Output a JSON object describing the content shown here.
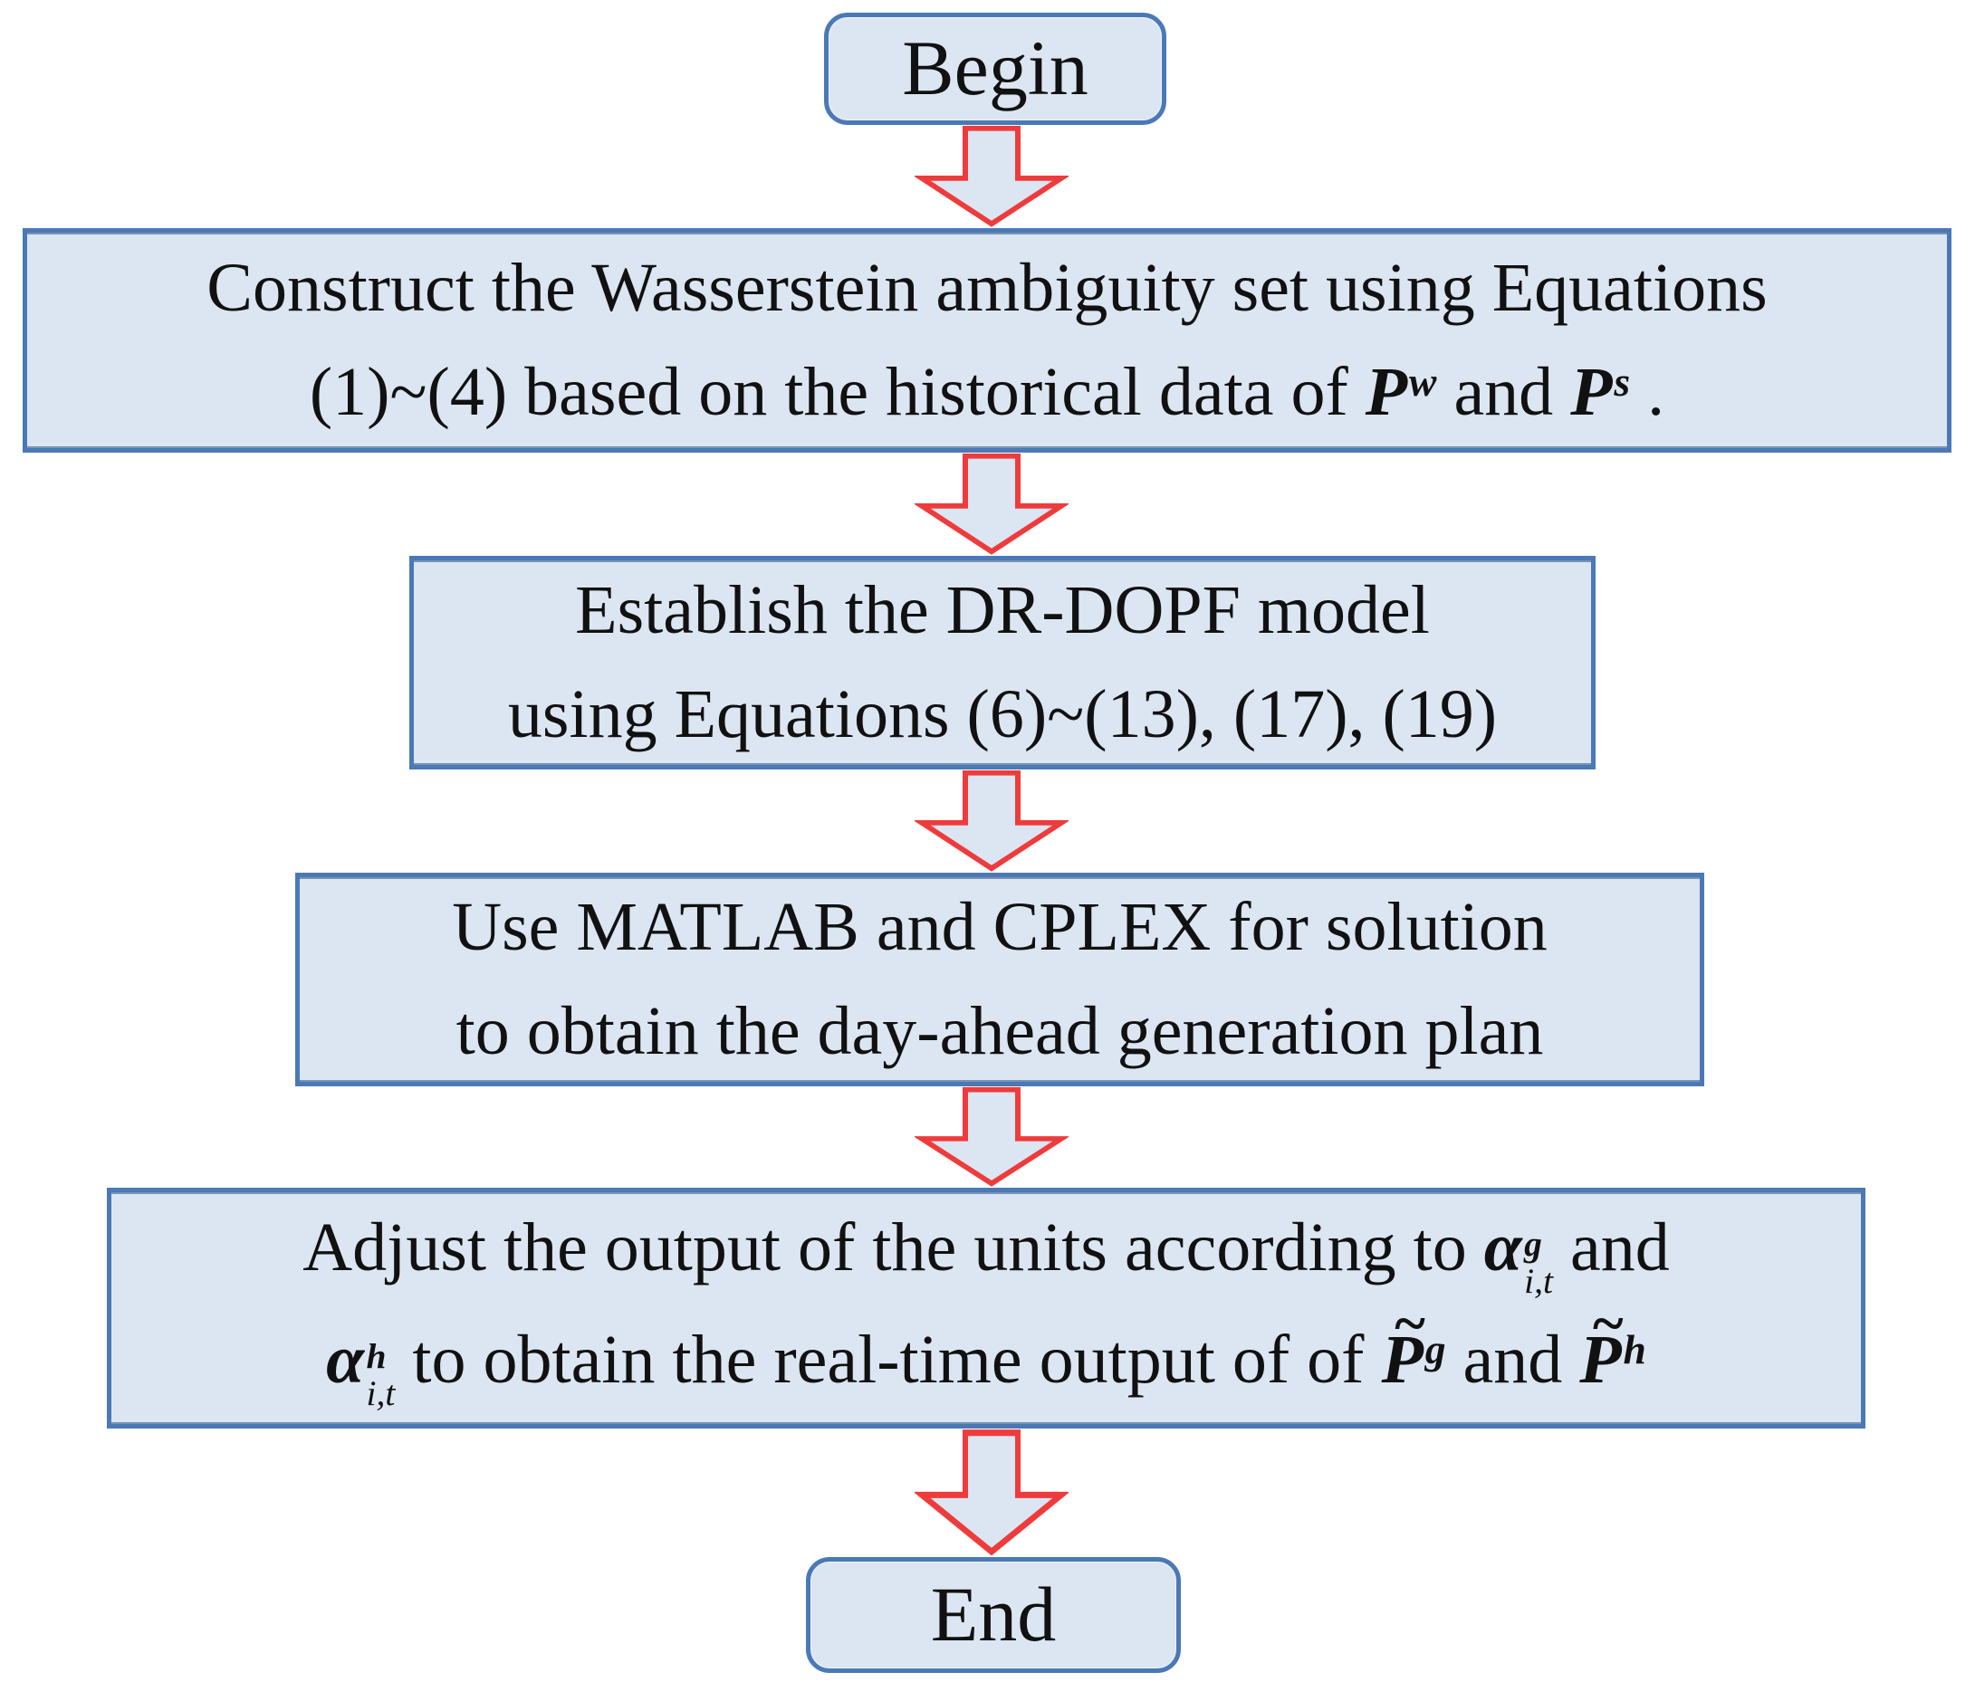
{
  "figure": {
    "kind": "flowchart",
    "direction": "top-to-bottom"
  },
  "colors": {
    "box_fill": "#dce6f2",
    "box_border": "#4a79b6",
    "arrow_fill": "#dce6f2",
    "arrow_border": "#ee3b3b",
    "text": "#111111",
    "background": "#ffffff"
  },
  "nodes": {
    "begin": {
      "label": "Begin"
    },
    "step1": {
      "lines": [
        [
          {
            "t": "Construct the Wasserstein ambiguity set using Equations"
          }
        ],
        [
          {
            "t": "(1)~(4) based on the historical data of "
          },
          {
            "v": "P",
            "sup": "w"
          },
          {
            "t": " and "
          },
          {
            "v": "P",
            "sup": "s"
          },
          {
            "t": " ."
          }
        ]
      ]
    },
    "step2": {
      "lines": [
        [
          {
            "t": "Establish the DR-DOPF model"
          }
        ],
        [
          {
            "t": "using Equations (6)~(13), (17), (19)"
          }
        ]
      ]
    },
    "step3": {
      "lines": [
        [
          {
            "t": "Use MATLAB and CPLEX for solution"
          }
        ],
        [
          {
            "t": "to obtain the day-ahead generation plan"
          }
        ]
      ]
    },
    "step4": {
      "lines": [
        [
          {
            "t": "Adjust the output of the units according to "
          },
          {
            "v": "α",
            "sup": "g",
            "sub": "i,t"
          },
          {
            "t": " and"
          }
        ],
        [
          {
            "v": "α",
            "sup": "h",
            "sub": "i,t"
          },
          {
            "t": " to obtain the real-time output of of "
          },
          {
            "v": "P",
            "tilde": 1,
            "sup": "g"
          },
          {
            "t": " and "
          },
          {
            "v": "P",
            "tilde": 1,
            "sup": "h"
          }
        ]
      ]
    },
    "end": {
      "label": "End"
    }
  }
}
